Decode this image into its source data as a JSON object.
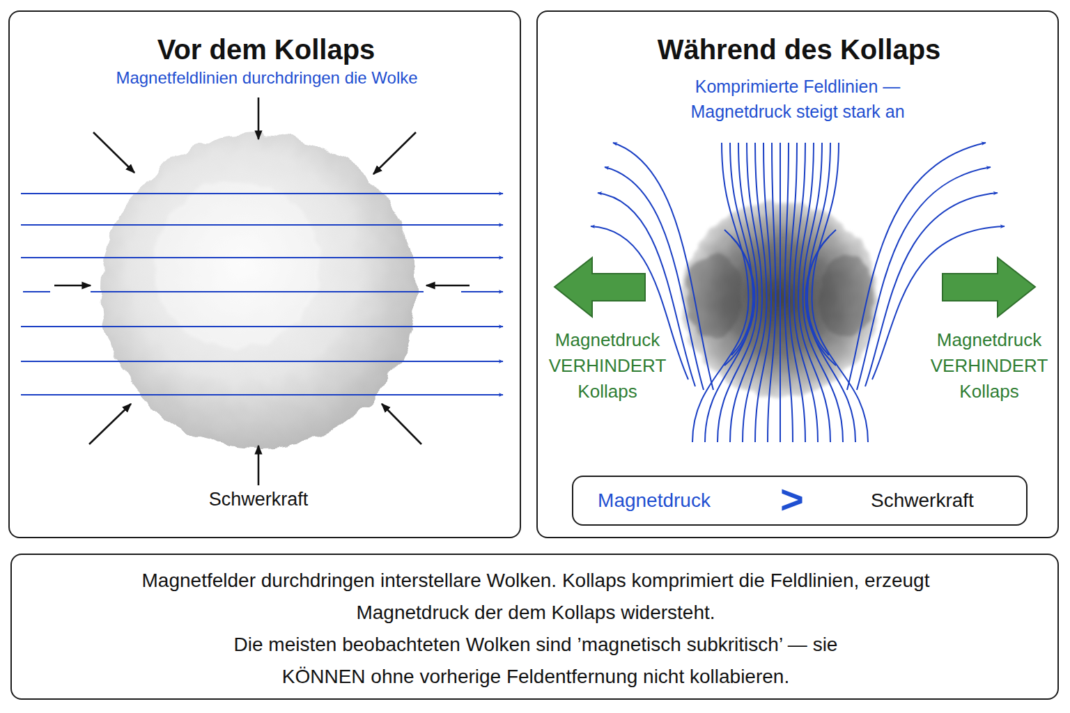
{
  "diagram": {
    "nodes": [
      {
        "text": [
          "Vor dem Kollaps"
        ]
      },
      {
        "text": [
          "Während des Kollaps"
        ]
      },
      {
        "text": [
          "Magnetdruck",
          ">",
          "Schwerkraft"
        ],
        "in": 1
      },
      {
        "text": [
          "Magnetfelder durchdringen interstellare Wolken. Kollaps komprimiert die Feldlinien, erzeugt Magnetdruck der dem Kollaps widersteht.",
          "Die meisten beobachteten Wolken sind ’magnetisch subkritisch’ — sie KÖNNEN ohne vorherige Feldentfernung nicht kollabieren."
        ]
      }
    ],
    "labels": [
      "Magnetfeldlinien durchdringen die Wolke",
      "Schwerkraft",
      "Komprimierte Feldlinien — Magnetdruck steigt stark an",
      "Magnetdruck VERHINDERT Kollaps",
      "Magnetdruck VERHINDERT Kollaps"
    ]
  }
}
